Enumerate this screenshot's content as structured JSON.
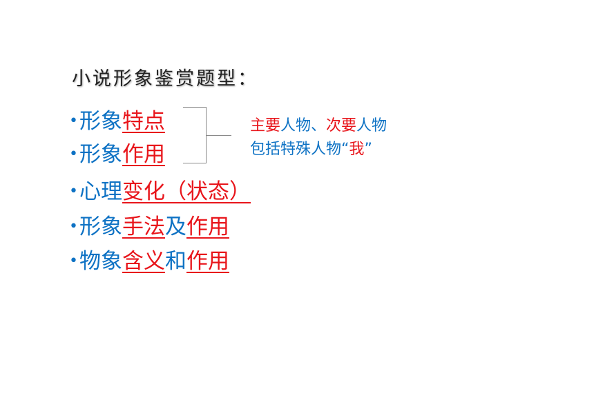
{
  "title": "小说形象鉴赏题型：",
  "bullets": [
    {
      "bullet": "•",
      "plain": "形象",
      "red1": "特点",
      "mid": "",
      "red2": ""
    },
    {
      "bullet": "•",
      "plain": "形象",
      "red1": "作用",
      "mid": "",
      "red2": ""
    },
    {
      "bullet": "•",
      "plain": "心理",
      "red1": "变化（状态）",
      "mid": "",
      "red2": ""
    },
    {
      "bullet": "•",
      "plain": "形象",
      "red1": "手法",
      "mid": "及",
      "red2": "作用"
    },
    {
      "bullet": "•",
      "plain": "物象",
      "red1": "含义",
      "mid": "和",
      "red2": "作用"
    }
  ],
  "note": {
    "line1": {
      "a": "主要",
      "b": "人物、",
      "c": "次要",
      "d": "人物"
    },
    "line2": {
      "a": "包括特殊人物",
      "b": "“",
      "c": "我",
      "d": "”"
    }
  },
  "colors": {
    "blue": "#0e72c4",
    "red": "#e8151b",
    "title": "#222222",
    "bracket": "#8a8a8a"
  }
}
